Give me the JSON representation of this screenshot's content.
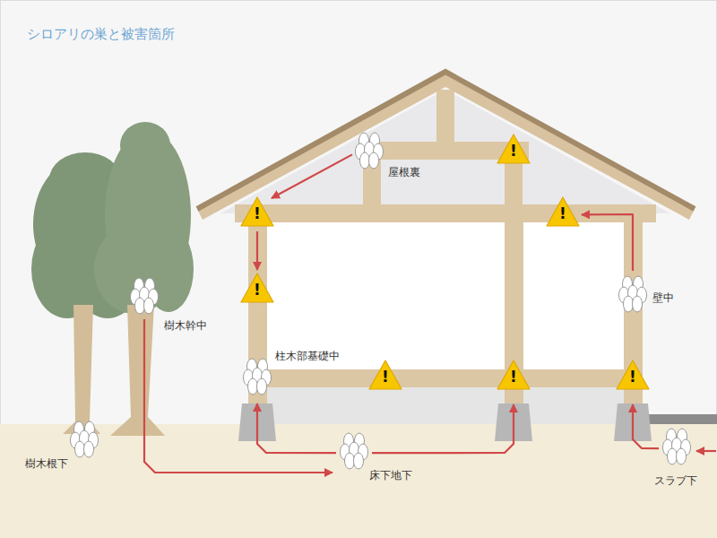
{
  "diagram": {
    "title": "シロアリの巣と被害箇所",
    "nodes": [
      {
        "text": [
          "屋根裏"
        ]
      },
      {
        "text": [
          "!"
        ]
      },
      {
        "text": [
          "!"
        ]
      },
      {
        "text": [
          "!"
        ]
      },
      {
        "text": [
          "!"
        ]
      },
      {
        "text": [
          "樹木幹中"
        ]
      },
      {
        "text": [
          "壁中"
        ]
      },
      {
        "text": [
          "柱木部基礎中"
        ]
      },
      {
        "text": [
          "!"
        ]
      },
      {
        "text": [
          "!"
        ]
      },
      {
        "text": [
          "!"
        ]
      },
      {
        "text": [
          "樹木根下"
        ]
      },
      {
        "text": [
          "床下地下"
        ]
      },
      {
        "text": [
          "スラブ下"
        ]
      }
    ],
    "edges": [
      {
        "from": 0,
        "to": 2,
        "arrow": "to"
      },
      {
        "from": 2,
        "to": 4,
        "arrow": "to"
      },
      {
        "from": 6,
        "to": 3,
        "arrow": "to"
      },
      {
        "from": 5,
        "to": 12,
        "arrow": "to"
      },
      {
        "from": 12,
        "to": 7,
        "arrow": "to"
      },
      {
        "from": 12,
        "to": 9,
        "arrow": "to"
      },
      {
        "from": 13,
        "to": 10,
        "arrow": "to"
      }
    ]
  }
}
